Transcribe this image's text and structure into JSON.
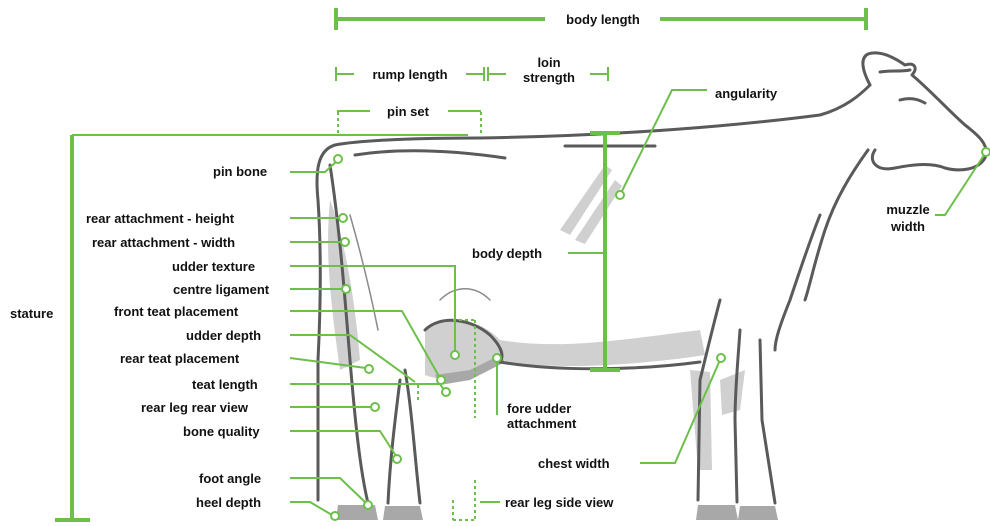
{
  "labels": {
    "body_length": "body length",
    "rump_length": "rump length",
    "loin_strength_1": "loin",
    "loin_strength_2": "strength",
    "pin_set": "pin set",
    "angularity": "angularity",
    "pin_bone": "pin bone",
    "rear_attachment_height": "rear attachment - height",
    "rear_attachment_width": "rear attachment - width",
    "udder_texture": "udder texture",
    "centre_ligament": "centre ligament",
    "front_teat_placement": "front teat placement",
    "udder_depth": "udder depth",
    "rear_teat_placement": "rear teat placement",
    "teat_length": "teat length",
    "rear_leg_rear_view": "rear leg rear view",
    "bone_quality": "bone quality",
    "foot_angle": "foot angle",
    "heel_depth": "heel depth",
    "stature": "stature",
    "body_depth": "body depth",
    "fore_udder_attachment_1": "fore udder",
    "fore_udder_attachment_2": "attachment",
    "chest_width": "chest width",
    "rear_leg_side_view": "rear leg side view",
    "muzzle_width_1": "muzzle",
    "muzzle_width_2": "width"
  },
  "colors": {
    "accent": "#6cc04a",
    "cow_outline": "#5a5a5a",
    "cow_shade": "#d0d0d0"
  }
}
